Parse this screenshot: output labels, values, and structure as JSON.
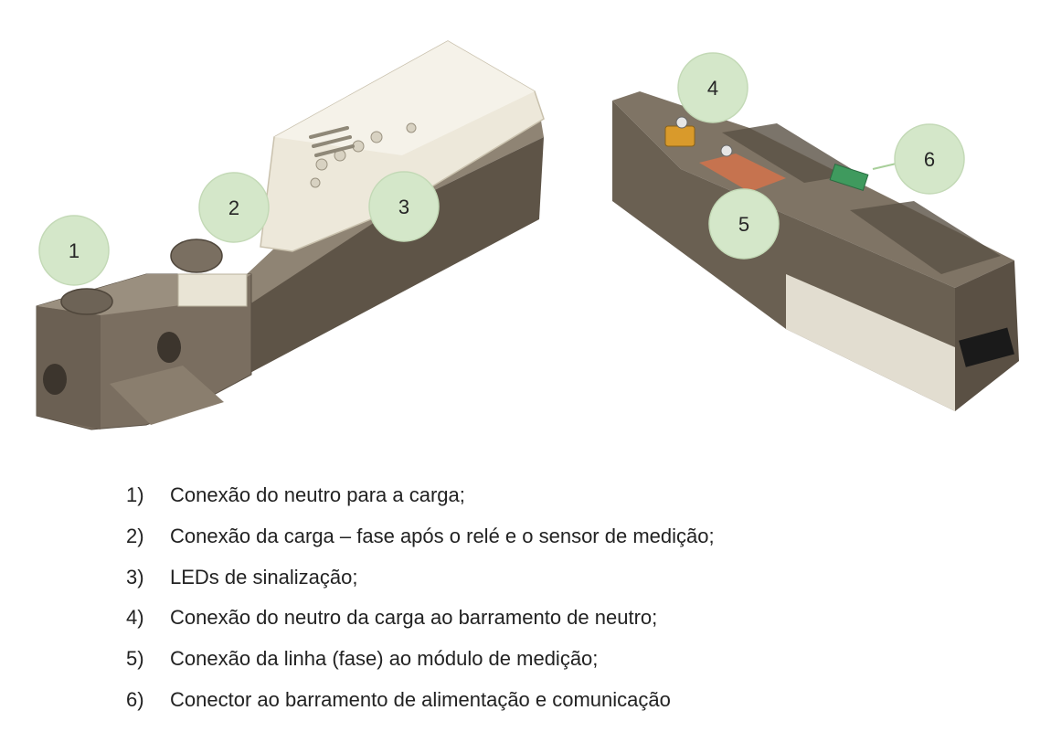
{
  "callouts": [
    "1",
    "2",
    "3",
    "4",
    "5",
    "6"
  ],
  "legend": [
    {
      "num": "1)",
      "text": "Conexão do neutro para a carga;"
    },
    {
      "num": "2)",
      "text": "Conexão da carga – fase após o relé e o sensor de medição;"
    },
    {
      "num": "3)",
      "text": "LEDs de sinalização;"
    },
    {
      "num": "4)",
      "text": "Conexão do neutro da carga ao barramento de neutro;"
    },
    {
      "num": "5)",
      "text": "Conexão da linha (fase) ao módulo de medição;"
    },
    {
      "num": "6)",
      "text": "Conector ao barramento de alimentação e comunicação"
    }
  ],
  "colors": {
    "callout_fill": "#d4e7c9",
    "housing_dark": "#5e5447",
    "housing_light": "#ede8da",
    "terminal_copper": "#c6734f",
    "connector_green": "#3f9a5e"
  }
}
